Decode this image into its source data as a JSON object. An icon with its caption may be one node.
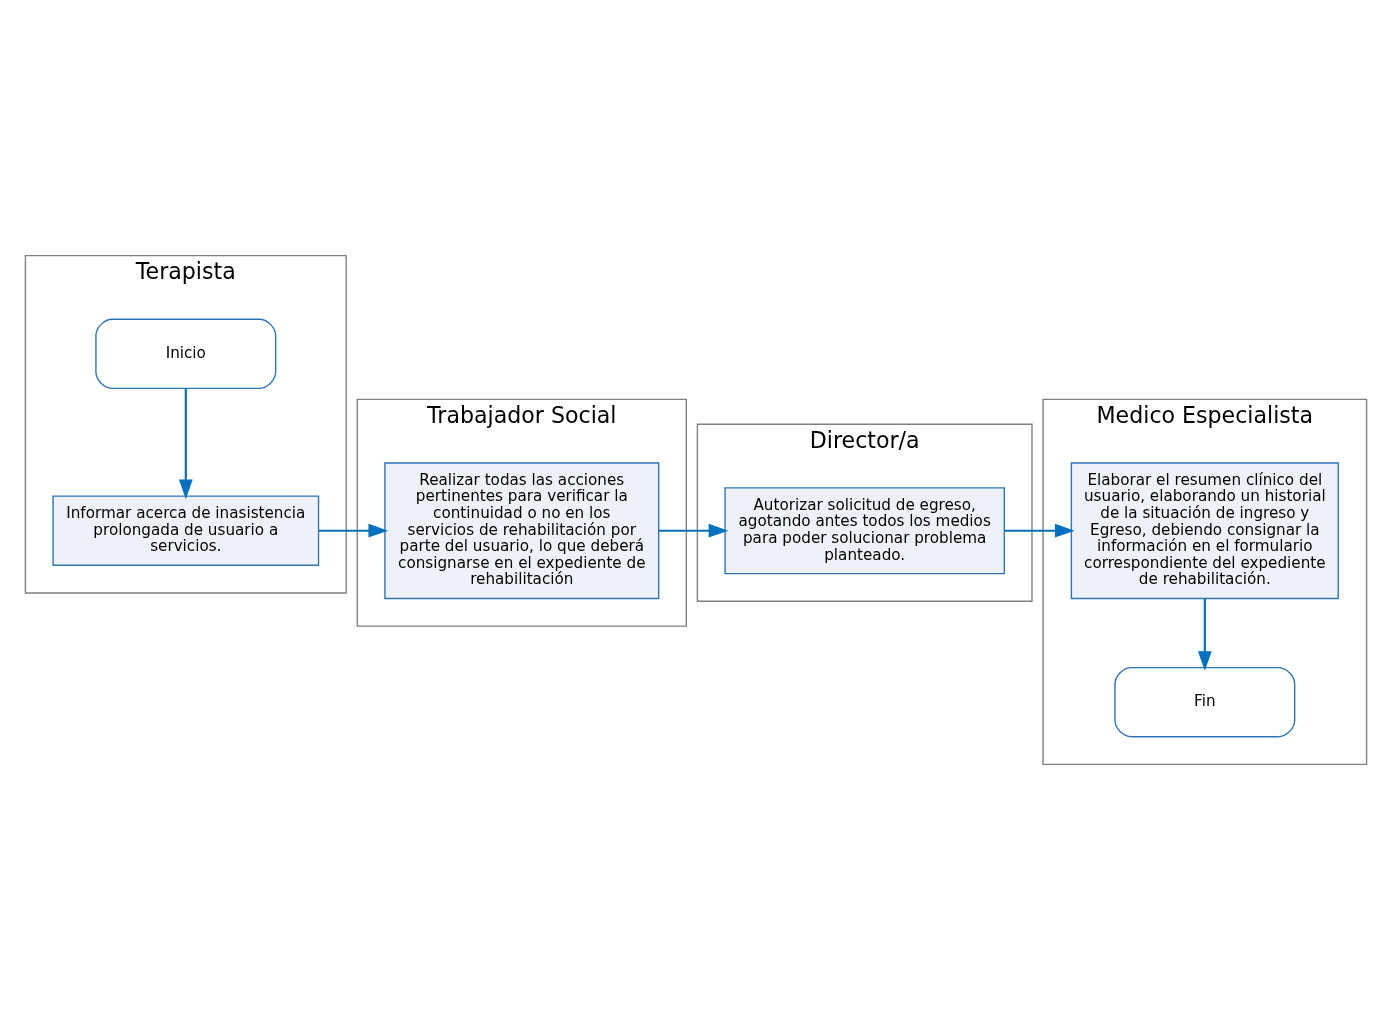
{
  "diagram": {
    "nodes": [
      {
        "text": [
          "Terapista"
        ]
      },
      {
        "text": [
          "Inicio"
        ],
        "in": 0
      },
      {
        "text": [
          "Informar acerca de inasistencia prolongada de usuario a servicios."
        ],
        "in": 0
      },
      {
        "text": [
          "Trabajador Social"
        ]
      },
      {
        "text": [
          "Realizar todas las acciones pertinentes para verificar la continuidad o no en los servicios de rehabilitación por parte del usuario, lo que deberá consignarse en el expediente de rehabilitación"
        ],
        "in": 3
      },
      {
        "text": [
          "Director/a"
        ]
      },
      {
        "text": [
          "Autorizar solicitud de egreso, agotando antes todos los medios para poder solucionar problema planteado."
        ],
        "in": 5
      },
      {
        "text": [
          "Medico Especialista"
        ]
      },
      {
        "text": [
          "Elaborar el resumen clínico del usuario, elaborando un historial de la situación de ingreso y Egreso, debiendo consignar la información en el formulario correspondiente del expediente de rehabilitación."
        ],
        "in": 7
      },
      {
        "text": [
          "Fin"
        ],
        "in": 7
      }
    ],
    "edges": [
      {
        "from": 1,
        "to": 2,
        "arrow": "to"
      },
      {
        "from": 2,
        "to": 4,
        "arrow": "to"
      },
      {
        "from": 4,
        "to": 6,
        "arrow": "to"
      },
      {
        "from": 6,
        "to": 8,
        "arrow": "to"
      },
      {
        "from": 8,
        "to": 9,
        "arrow": "to"
      }
    ]
  }
}
